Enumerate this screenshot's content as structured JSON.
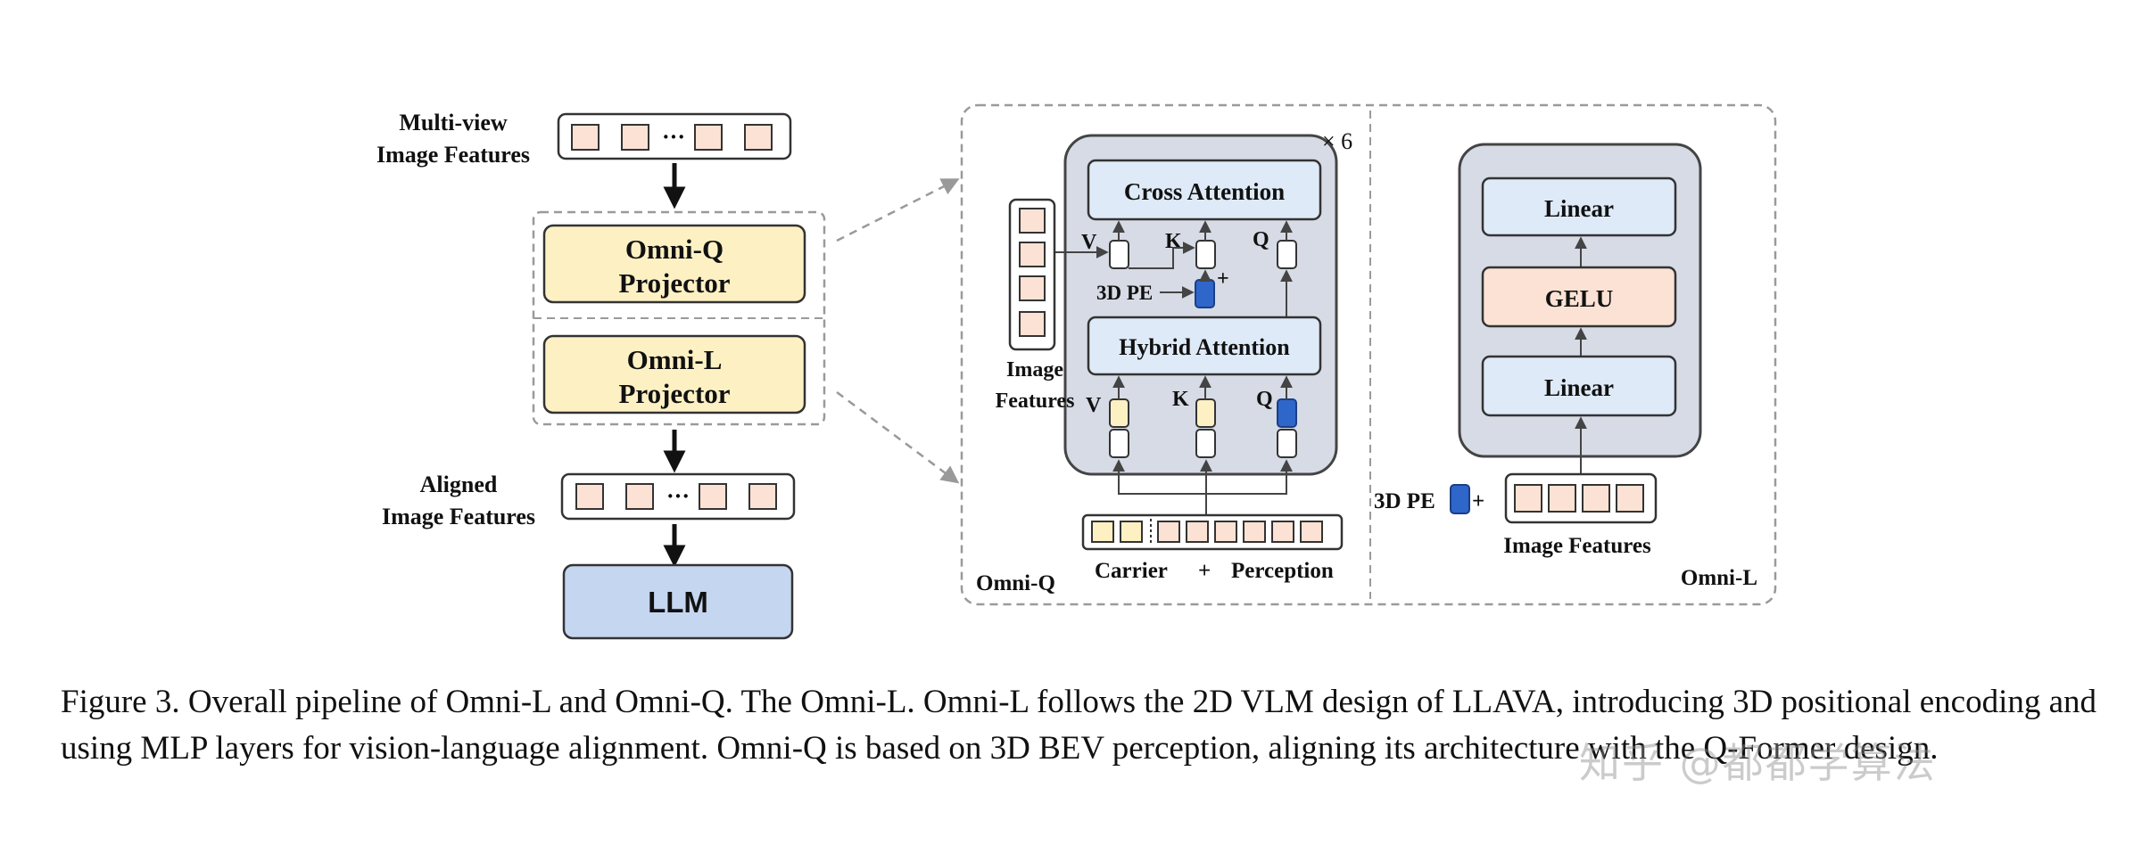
{
  "left_pipeline": {
    "input_label_line1": "Multi-view",
    "input_label_line2": "Image Features",
    "ellipsis": "···",
    "omni_q_line1": "Omni-Q",
    "omni_q_line2": "Projector",
    "omni_l_line1": "Omni-L",
    "omni_l_line2": "Projector",
    "aligned_label_line1": "Aligned",
    "aligned_label_line2": "Image Features",
    "llm": "LLM"
  },
  "omni_q_panel": {
    "repeat": "× 6",
    "cross_attention": "Cross Attention",
    "hybrid_attention": "Hybrid Attention",
    "v": "V",
    "k": "K",
    "q": "Q",
    "pe": "3D PE",
    "plus": "+",
    "image_features_line1": "Image",
    "image_features_line2": "Features",
    "carrier": "Carrier",
    "carrier_plus": "+",
    "perception": "Perception",
    "name": "Omni-Q"
  },
  "omni_l_panel": {
    "linear_top": "Linear",
    "gelu": "GELU",
    "linear_bottom": "Linear",
    "pe": "3D PE",
    "plus": "+",
    "image_features": "Image Features",
    "name": "Omni-L"
  },
  "caption": "Figure 3. Overall pipeline of Omni-L and Omni-Q. The Omni-L. Omni-L follows the 2D VLM design of LLAVA, introducing 3D positional encoding and using MLP layers for vision-language alignment. Omni-Q is based on 3D BEV perception, aligning its architecture with the Q-Former design.",
  "watermark": "知乎 @都都学算法",
  "colors": {
    "feature_cell": "#fbe2d4",
    "projector": "#fdf1c4",
    "llm": "#c5d6f0",
    "panel": "#d6dbe5",
    "attention_box": "#deeaf7",
    "gelu": "#fbe2d4",
    "carrier_cell": "#fdf1c4",
    "pe_blue": "#2f66c9"
  }
}
